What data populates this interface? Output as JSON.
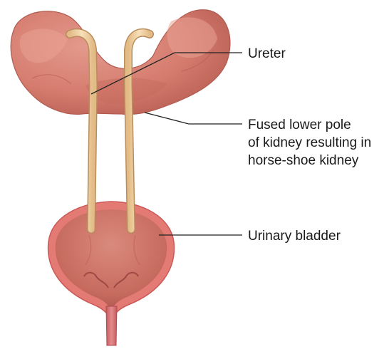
{
  "labels": {
    "ureter": "Ureter",
    "fused_line1": "Fused lower pole",
    "fused_line2": "of kidney resulting in",
    "fused_line3": "horse-shoe kidney",
    "bladder": "Urinary bladder"
  },
  "colors": {
    "kidney": "#d57c6f",
    "kidney_dark": "#b85e53",
    "ureter": "#f1d3a4",
    "ureter_outline": "#b98c5c",
    "bladder_outer": "#e3776f",
    "bladder_inner": "#c16257",
    "leader_line": "#222222",
    "text": "#1a1a1a"
  }
}
